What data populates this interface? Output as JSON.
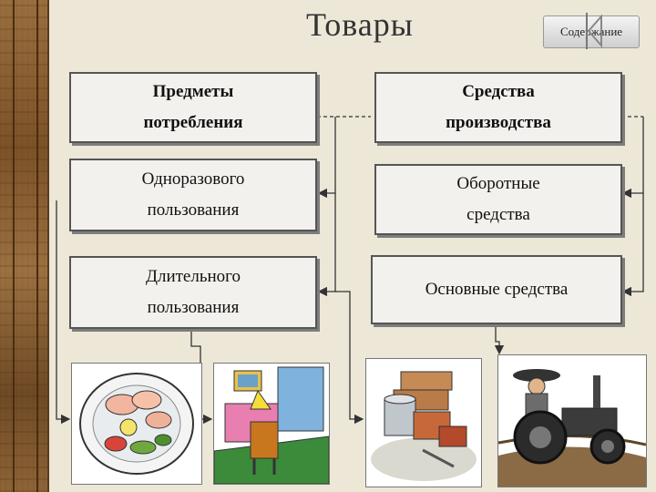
{
  "title": "Товары",
  "toc_button": {
    "label": "Содержание"
  },
  "left": {
    "header": {
      "line1": "Предметы",
      "line2": "потребления"
    },
    "single_use": {
      "line1": "Одноразового",
      "line2": "пользования"
    },
    "durable": {
      "line1": "Длительного",
      "line2": "пользования"
    }
  },
  "right": {
    "header": {
      "line1": "Средства",
      "line2": "производства"
    },
    "working": {
      "line1": "Оборотные",
      "line2": "средства"
    },
    "fixed": {
      "line1": "Основные средства"
    }
  },
  "images": [
    {
      "icon": "food-plate-icon"
    },
    {
      "icon": "furniture-room-icon"
    },
    {
      "icon": "building-materials-icon"
    },
    {
      "icon": "tractor-icon"
    }
  ]
}
